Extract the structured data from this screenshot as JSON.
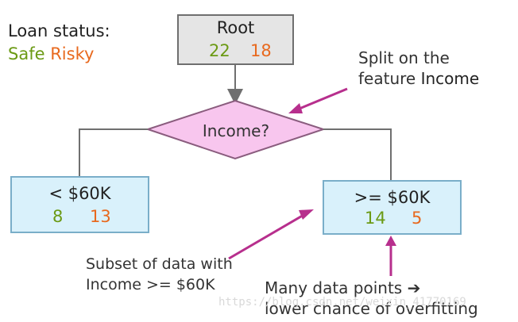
{
  "legend": {
    "title": "Loan status:",
    "safe": "Safe",
    "risky": "Risky"
  },
  "root": {
    "label": "Root",
    "safe": "22",
    "risky": "18"
  },
  "split": {
    "label": "Income?"
  },
  "left_node": {
    "label": "< $60K",
    "safe": "8",
    "risky": "13"
  },
  "right_node": {
    "label": ">= $60K",
    "safe": "14",
    "risky": "5"
  },
  "annotations": {
    "split_line1": "Split on the",
    "split_line2_prefix": "feature ",
    "split_line2_bold": "Income",
    "subset_line1": "Subset of data with",
    "subset_line2": "Income >= $60K",
    "many_line1": "Many data points ➔",
    "many_line2": "lower chance of overfitting"
  },
  "watermark": "https://blog.csdn.net/weixin_41770169",
  "colors": {
    "safe": "#6b9a14",
    "risky": "#e8691e",
    "arrow": "#b72f8d",
    "diamond_fill": "#f8c6ee",
    "diamond_stroke": "#8a5c7e",
    "node_fill": "#d9f1fb",
    "node_stroke": "#7aaec9",
    "root_fill": "#e5e5e5",
    "highlight_circle": "#d8231c"
  }
}
